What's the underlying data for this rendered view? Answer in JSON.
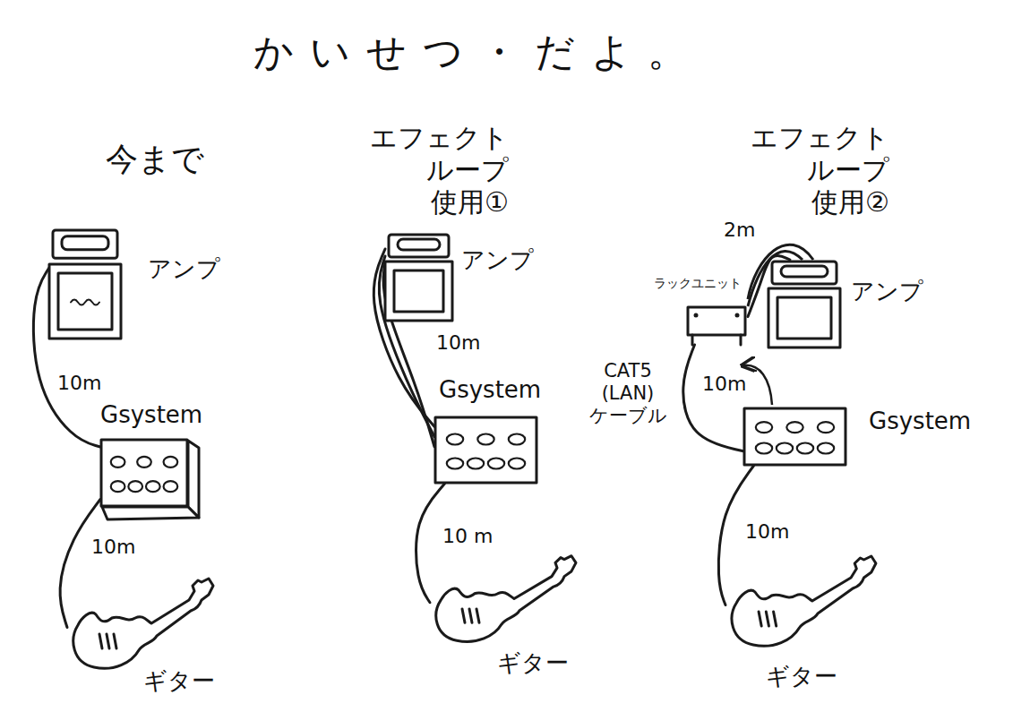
{
  "diagram": {
    "title": "かいせつ・だよ。",
    "nodes": [
      {
        "text": [
          "アンプ"
        ]
      },
      {
        "text": [
          "Gsystem"
        ]
      },
      {
        "text": [
          "ギター"
        ]
      },
      {
        "text": [
          "アンプ"
        ]
      },
      {
        "text": [
          "Gsystem"
        ]
      },
      {
        "text": [
          "ギター"
        ]
      },
      {
        "text": [
          "ラックユニット"
        ]
      },
      {
        "text": [
          "アンプ"
        ]
      },
      {
        "text": [
          "Gsystem"
        ]
      },
      {
        "text": [
          "ギター"
        ]
      }
    ],
    "edges": [
      {
        "from": 0,
        "to": 1,
        "arrow": "none",
        "label": "10m"
      },
      {
        "from": 1,
        "to": 2,
        "arrow": "none",
        "label": "10m"
      },
      {
        "from": 3,
        "to": 4,
        "arrow": "none",
        "label": "10m"
      },
      {
        "from": 3,
        "to": 4,
        "arrow": "none"
      },
      {
        "from": 3,
        "to": 4,
        "arrow": "none"
      },
      {
        "from": 4,
        "to": 5,
        "arrow": "none",
        "label": "10 m"
      },
      {
        "from": 6,
        "to": 7,
        "arrow": "none",
        "label": "2m"
      },
      {
        "from": 6,
        "to": 8,
        "arrow": "none",
        "label": "10m"
      },
      {
        "from": 8,
        "to": 9,
        "arrow": "none",
        "label": "10m"
      }
    ],
    "labels": [
      "今まで",
      "エフェクト ループ 使用①",
      "エフェクト ループ 使用②",
      "CAT5 (LAN) ケーブル"
    ]
  }
}
